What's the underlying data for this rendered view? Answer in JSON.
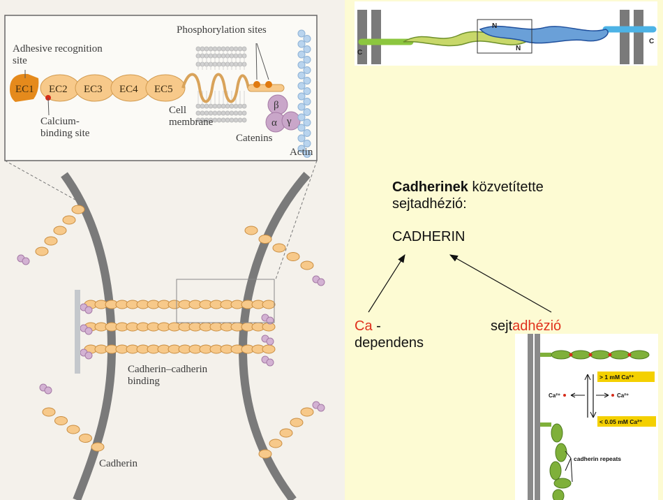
{
  "left_figure": {
    "inset_labels": {
      "adhesive_recognition_site": "Adhesive recognition\nsite",
      "phosphorylation_sites": "Phosphorylation sites",
      "calcium_binding_site": "Calcium-\nbinding site",
      "cell_membrane": "Cell\nmembrane",
      "catenins": "Catenins",
      "actin": "Actin"
    },
    "domains": [
      "EC1",
      "EC2",
      "EC3",
      "EC4",
      "EC5"
    ],
    "catenin_greek": {
      "beta": "β",
      "alpha": "α",
      "gamma": "γ"
    },
    "bottom_labels": {
      "cadherin_cadherin_binding": "Cadherin–cadherin\nbinding",
      "cadherin": "Cadherin"
    }
  },
  "top_right_figure": {
    "labels": {
      "c_left": "C",
      "n_top": "N",
      "n_bottom": "N",
      "c_right": "C"
    }
  },
  "main_text": {
    "heading_bold": "Cadherinek",
    "heading_rest": " közvetítette\nsejtadhézió:",
    "cadherin": "CADHERIN",
    "ca_red": "Ca",
    "ca_rest": " -\ndependens",
    "sejt_black": "sejt",
    "sejt_red": "adhézió"
  },
  "bottom_right_figure": {
    "high_ca": "> 1 mM Ca²⁺",
    "low_ca": "< 0.05 mM Ca²⁺",
    "ca_left": "Ca²⁺",
    "ca_right": "Ca²⁺",
    "cadherin_repeats": "cadherin repeats"
  },
  "colors": {
    "slide_bg": "#fdfbd3",
    "domain_fill": "#f7c98a",
    "domain_dark": "#e58a1c",
    "membrane": "#6e6e6e",
    "catenin": "#c9a6c9",
    "actin": "#b9d4ee",
    "red_text": "#e0311d",
    "green_domain": "#7fb03a",
    "badge": "#f4d000"
  }
}
